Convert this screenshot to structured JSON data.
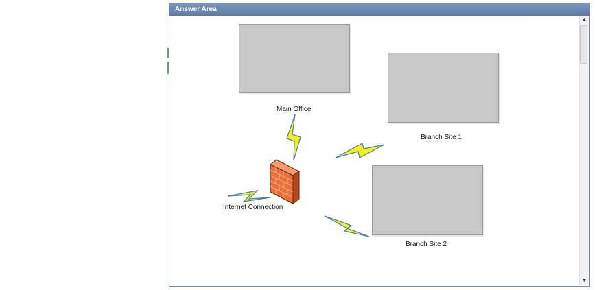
{
  "panel": {
    "title": "Answer Area"
  },
  "diagram": {
    "labels": {
      "main_office": "Main Office",
      "branch_site_1": "Branch Site 1",
      "branch_site_2": "Branch Site 2",
      "internet_connection": "Internet Connection"
    },
    "colors": {
      "bolt_fill": "#f2f21a",
      "bolt_stroke": "#4a78b8",
      "drop_box": "#c8c8c8",
      "firewall": "#e8703a"
    },
    "icons": [
      "firewall-icon",
      "lightning-bolt-icon"
    ]
  },
  "scrollbar": {
    "up_arrow": "▲",
    "down_arrow": "▼"
  }
}
